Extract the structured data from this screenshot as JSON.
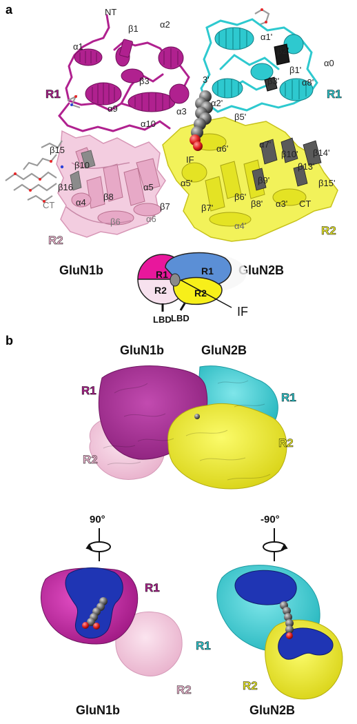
{
  "panel_a": {
    "panel_letter": "a",
    "glun1b_title": "GluN1b",
    "glun2b_title": "GluN2B",
    "glun1b_r1": "R1",
    "glun1b_r2": "R2",
    "glun2b_r1": "R1",
    "glun2b_r2": "R2",
    "left_labels": [
      "NT",
      "β1",
      "α1",
      "α2",
      "β3",
      "α9",
      "α10",
      "α3",
      "β15",
      "β10",
      "β16",
      "CT",
      "α4",
      "β8",
      "α5",
      "β7",
      "β6",
      "α6"
    ],
    "right_labels": [
      "α1'",
      "β2'",
      "α0",
      "β1'",
      "β3'",
      "α8'",
      "α2'",
      "3'",
      "β5'",
      "α7'",
      "α6'",
      "β10'",
      "β14'",
      "β13'",
      "IF",
      "α5'",
      "β9'",
      "β6'",
      "β8'",
      "β7'",
      "α3'",
      "CT",
      "β15'",
      "α4'"
    ],
    "cartoon": {
      "r1_left": "R1",
      "r1_right": "R1",
      "r2_left": "R2",
      "r2_right": "R2",
      "lbd_left": "LBD",
      "lbd_right": "LBD",
      "interface": "IF"
    }
  },
  "panel_b": {
    "panel_letter": "b",
    "glun1b_title": "GluN1b",
    "glun2b_title": "GluN2B",
    "top_r1_left": "R1",
    "top_r1_right": "R1",
    "top_r2_left": "R2",
    "top_r2_right": "R2",
    "rot_left": "90°",
    "rot_right": "-90°",
    "bottom_left_r1": "R1",
    "bottom_left_r2": "R2",
    "bottom_right_r1": "R1",
    "bottom_right_r2": "R2",
    "bottom_left_title": "GluN1b",
    "bottom_right_title": "GluN2B"
  },
  "colors": {
    "glun1b_r1": "#b0218f",
    "glun1b_r2": "#f0b8d2",
    "glun2b_r1": "#2ec9cf",
    "glun2b_r2": "#ecec2a",
    "interface": "#1f35b4",
    "ligand": "#707070",
    "oxygen": "#e8282a"
  }
}
